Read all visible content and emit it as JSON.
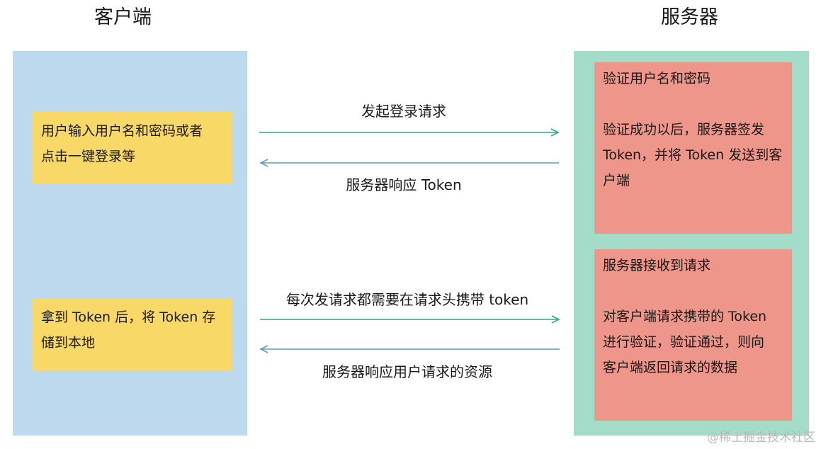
{
  "client": {
    "title": "客户端",
    "note_login": [
      "用户输入用户名和密码或者",
      "点击一键登录等"
    ],
    "note_store": [
      "拿到 Token 后，将 Token 存",
      "储到本地"
    ]
  },
  "server": {
    "title": "服务器",
    "note_verify": {
      "heading": "验证用户名和密码",
      "body": [
        "验证成功以后，服务器签发",
        "Token，并将 Token 发送到客",
        "户端"
      ]
    },
    "note_receive": {
      "heading": "服务器接收到请求",
      "body": [
        "对客户端请求携带的 Token",
        "进行验证，验证通过，则向",
        "客户端返回请求的数据"
      ]
    }
  },
  "arrows": {
    "login_request": "发起登录请求",
    "token_response": "服务器响应 Token",
    "token_request": "每次发请求都需要在请求头携带 token",
    "resource_response": "服务器响应用户请求的资源"
  },
  "colors": {
    "client_bg": "#bcd9ee",
    "server_bg": "#a4dcca",
    "note_yellow": "#f8d866",
    "note_red": "#ee968a",
    "arrow_to_server": "#2fa884",
    "arrow_to_client": "#5a9fb3"
  },
  "watermark": "@稀土掘金技术社区"
}
